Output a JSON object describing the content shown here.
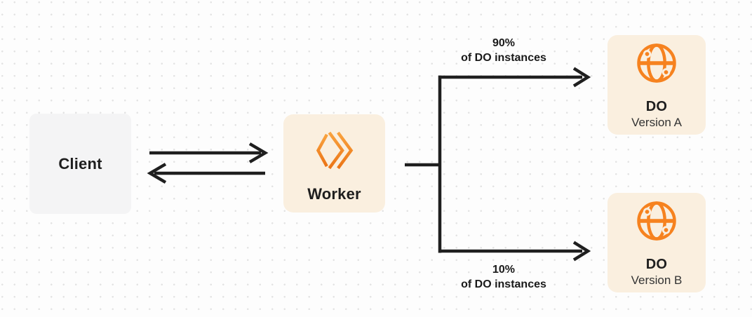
{
  "nodes": {
    "client": {
      "label": "Client"
    },
    "worker": {
      "label": "Worker",
      "icon": "workers-logo-icon"
    },
    "do_version_a": {
      "title": "DO",
      "subtitle": "Version A",
      "icon": "durable-object-globe-icon"
    },
    "do_version_b": {
      "title": "DO",
      "subtitle": "Version B",
      "icon": "durable-object-globe-icon"
    }
  },
  "edges": {
    "client_worker": {
      "type": "bidirectional-arrows"
    },
    "top_branch": {
      "percent": "90%",
      "caption": "of DO instances",
      "target": "DO Version A"
    },
    "bottom_branch": {
      "percent": "10%",
      "caption": "of DO instances",
      "target": "DO Version B"
    }
  },
  "colors": {
    "accent_orange": "#F6821F",
    "orange_gradient_top": "#F9A33F",
    "orange_gradient_bottom": "#EB7416",
    "cream_box": "#FAEFDF",
    "client_box_gray": "#F4F4F5",
    "line_dark": "#1F1F1F",
    "background": "#FDFDFD",
    "grid_dot": "#E3E3E3",
    "text_dark": "#1E1E1E"
  }
}
